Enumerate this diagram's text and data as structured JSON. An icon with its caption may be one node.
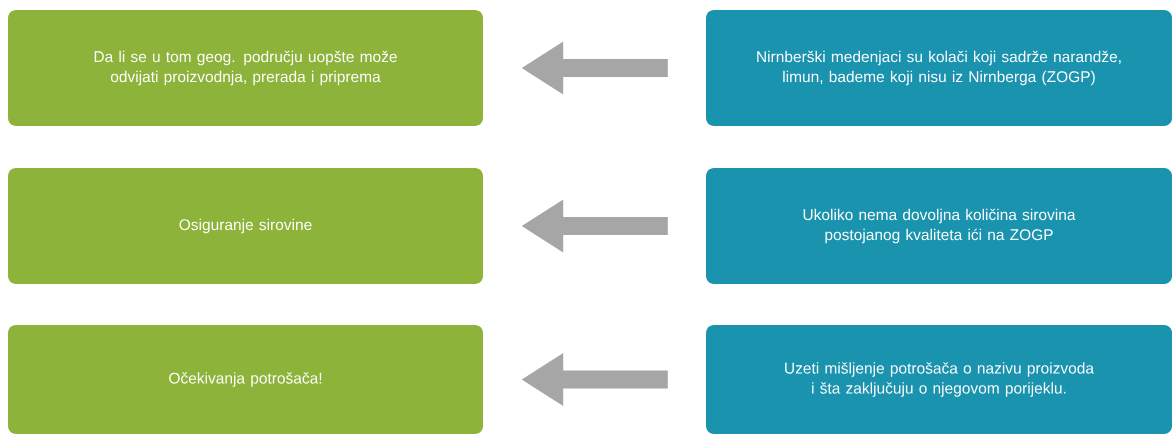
{
  "diagram": {
    "nodes": [
      {
        "text": [
          "Da li se u tom geog. području uopšte može odvijati proizvodnja, prerada i priprema"
        ]
      },
      {
        "text": [
          "Nirnberški medenjaci su kolači koji sadrže narandže, limun, bademe koji nisu iz Nirnberga (ZOGP)"
        ]
      },
      {
        "text": [
          "Osiguranje sirovine"
        ]
      },
      {
        "text": [
          "Ukoliko nema dovoljna količina sirovina postojanog kvaliteta ići na ZOGP"
        ]
      },
      {
        "text": [
          "Očekivanja potrošača!"
        ]
      },
      {
        "text": [
          "Uzeti mišljenje potrošača o nazivu proizvoda i šta zaključuju o njegovom porijeklu."
        ]
      }
    ],
    "edges": [
      {
        "from": 1,
        "to": 0,
        "arrow": "to"
      },
      {
        "from": 3,
        "to": 2,
        "arrow": "to"
      },
      {
        "from": 5,
        "to": 4,
        "arrow": "to"
      }
    ]
  }
}
